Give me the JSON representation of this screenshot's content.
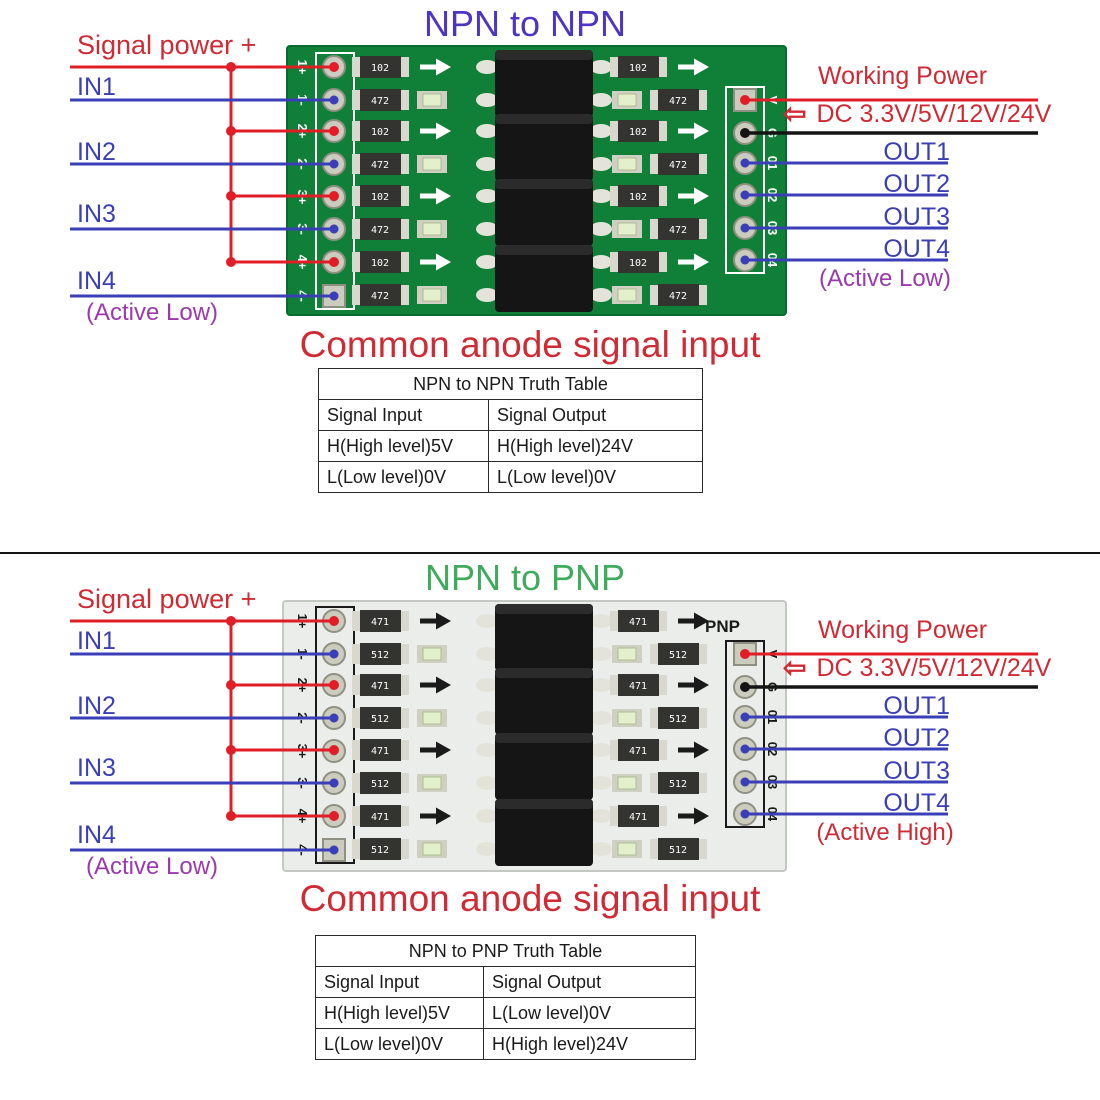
{
  "colors": {
    "label_red": "#d02a35",
    "wire_red": "#e11d28",
    "wire_blue": "#3a3fb8",
    "wire_black": "#141414",
    "label_purple": "#9b3aad",
    "title_violet": "#4b35c5",
    "title_green": "#3fab5c",
    "pcb_green": "#108038",
    "pcb_white": "#eaede9"
  },
  "sections": [
    {
      "title": "NPN to NPN",
      "signal_power_label": "Signal power +",
      "inputs": [
        "IN1",
        "IN2",
        "IN3",
        "IN4"
      ],
      "input_note": "(Active Low)",
      "working_power_label": "Working Power",
      "dc_arrow": "⇦",
      "dc_label": "DC 3.3V/5V/12V/24V",
      "outputs": [
        "OUT1",
        "OUT2",
        "OUT3",
        "OUT4"
      ],
      "output_note": "(Active Low)",
      "caption": "Common anode signal input",
      "pcb": {
        "left_pins": [
          "1+",
          "1-",
          "2+",
          "2-",
          "3+",
          "3-",
          "4+",
          "4-"
        ],
        "right_pins": [
          "V",
          "G",
          "01",
          "02",
          "03",
          "04"
        ],
        "res_top": "102",
        "res_bottom": "472",
        "marking": ""
      },
      "table": {
        "title": "NPN to NPN Truth Table",
        "headers": [
          "Signal Input",
          "Signal Output"
        ],
        "rows": [
          [
            "H(High level)5V",
            "H(High level)24V"
          ],
          [
            "L(Low level)0V",
            "L(Low level)0V"
          ]
        ]
      }
    },
    {
      "title": "NPN to PNP",
      "signal_power_label": "Signal power +",
      "inputs": [
        "IN1",
        "IN2",
        "IN3",
        "IN4"
      ],
      "input_note": "(Active Low)",
      "working_power_label": "Working Power",
      "dc_arrow": "⇦",
      "dc_label": "DC 3.3V/5V/12V/24V",
      "outputs": [
        "OUT1",
        "OUT2",
        "OUT3",
        "OUT4"
      ],
      "output_note": "(Active High)",
      "caption": "Common anode signal input",
      "pcb": {
        "left_pins": [
          "1+",
          "1-",
          "2+",
          "2-",
          "3+",
          "3-",
          "4+",
          "4-"
        ],
        "right_pins": [
          "V",
          "G",
          "01",
          "02",
          "03",
          "04"
        ],
        "res_top": "471",
        "res_bottom": "512",
        "marking": "PNP"
      },
      "table": {
        "title": "NPN to PNP Truth Table",
        "headers": [
          "Signal Input",
          "Signal Output"
        ],
        "rows": [
          [
            "H(High level)5V",
            "L(Low level)0V"
          ],
          [
            "L(Low level)0V",
            "H(High level)24V"
          ]
        ]
      }
    }
  ]
}
